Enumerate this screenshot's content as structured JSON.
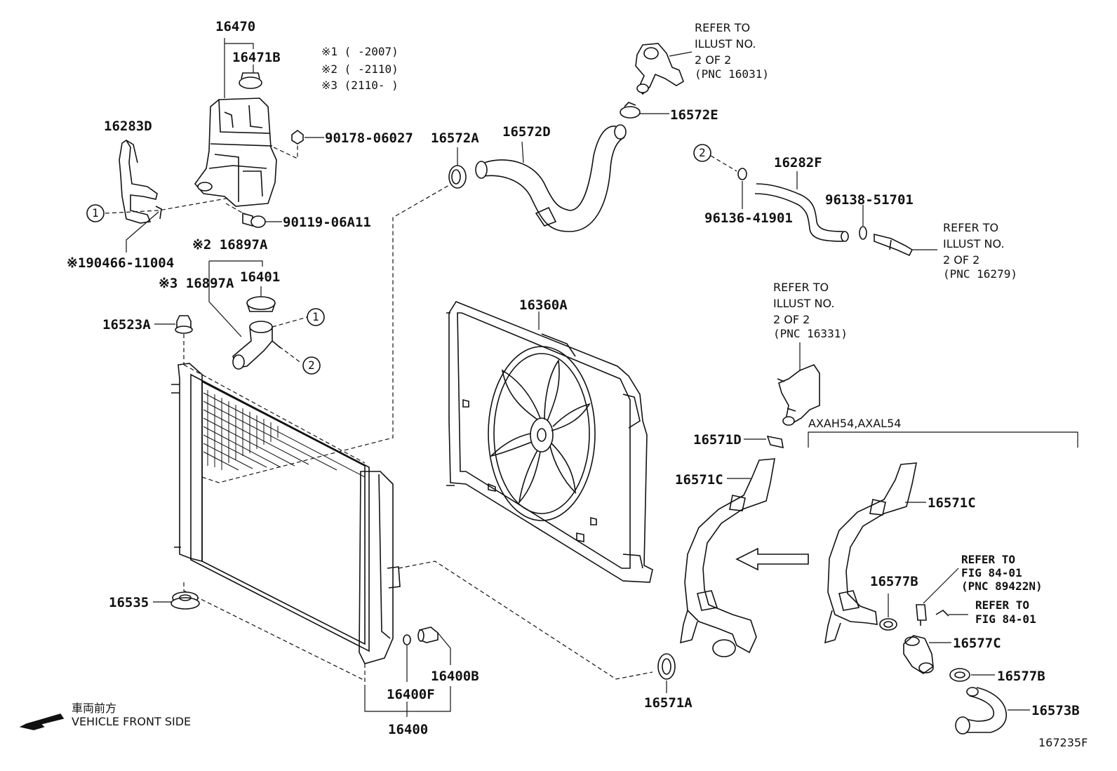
{
  "callouts": {
    "c16470": "16470",
    "c16471B": "16471B",
    "c16283D": "16283D",
    "c90178": "90178-06027",
    "c90119": "90119-06A11",
    "c90466": "※190466-11004",
    "c16897A_2": "※2 16897A",
    "c16897A_3": "※3 16897A",
    "c16401": "16401",
    "c16523A": "16523A",
    "c16535": "16535",
    "c16400B": "16400B",
    "c16400F": "16400F",
    "c16400": "16400",
    "c16572A": "16572A",
    "c16572D": "16572D",
    "c16572E": "16572E",
    "c16360A": "16360A",
    "c16282F": "16282F",
    "c96136": "96136-41901",
    "c96138": "96138-51701",
    "c16571D": "16571D",
    "c16571C_left": "16571C",
    "c16571C_right": "16571C",
    "c16571A": "16571A",
    "c16577B_top": "16577B",
    "c16577C": "16577C",
    "c16577B_bottom": "16577B",
    "c16573B": "16573B"
  },
  "circle_refs": {
    "ref1_left": "1",
    "ref1_mid": "1",
    "ref2_mid": "2",
    "ref2_right": "2"
  },
  "notes": {
    "n1": "※1 (      -2007)",
    "n2": "※2 (      -2110)",
    "n3": "※3 (2110-      )"
  },
  "refer_blocks": {
    "r16031": [
      "REFER TO",
      "ILLUST NO.",
      "2 OF 2",
      "(PNC 16031)"
    ],
    "r16279": [
      "REFER TO",
      "ILLUST NO.",
      "2 OF 2",
      "(PNC 16279)"
    ],
    "r16331": [
      "REFER TO",
      "ILLUST NO.",
      "2 OF 2",
      "(PNC 16331)"
    ],
    "r89422N": [
      "REFER TO",
      "FIG 84-01",
      "(PNC 89422N)"
    ],
    "r8401": [
      "REFER TO",
      "FIG 84-01"
    ]
  },
  "model_note": "AXAH54,AXAL54",
  "vehicle_front": {
    "jp": "車両前方",
    "en": "VEHICLE FRONT SIDE"
  },
  "figure_id": "167235F"
}
